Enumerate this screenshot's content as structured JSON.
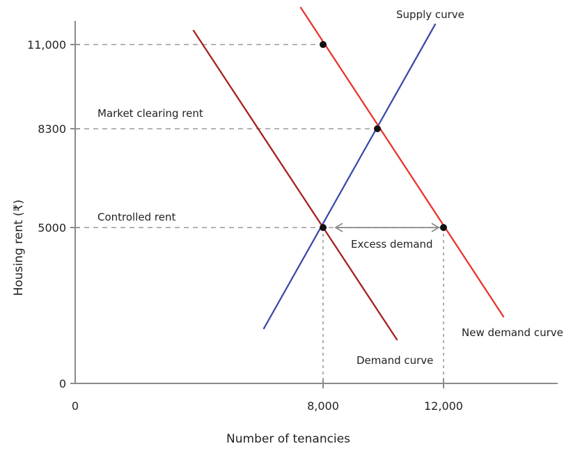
{
  "chart_data": {
    "type": "line",
    "title": "",
    "xlabel": "Number of tenancies",
    "ylabel": "Housing rent (₹)",
    "xlim": [
      0,
      16000
    ],
    "ylim": [
      0,
      12400
    ],
    "grid": false,
    "legend_position": "inline-labels",
    "x_ticks": [
      {
        "value": 0,
        "label": "0"
      },
      {
        "value": 8000,
        "label": "8,000"
      },
      {
        "value": 12000,
        "label": "12,000"
      }
    ],
    "y_ticks": [
      {
        "value": 0,
        "label": "0"
      },
      {
        "value": 5000,
        "label": "5000"
      },
      {
        "value": 8300,
        "label": "8300"
      },
      {
        "value": 11000,
        "label": "11,000"
      }
    ],
    "series": [
      {
        "name": "Supply curve",
        "color": "#3b4ba8",
        "points": [
          [
            6100,
            1770
          ],
          [
            11650,
            11800
          ]
        ],
        "label": "Supply curve"
      },
      {
        "name": "Demand curve",
        "color": "#a52020",
        "points": [
          [
            3830,
            11440
          ],
          [
            10420,
            1420
          ]
        ],
        "label": "Demand curve"
      },
      {
        "name": "New demand curve",
        "color": "#e8342a",
        "points": [
          [
            7300,
            12190
          ],
          [
            13860,
            2170
          ]
        ],
        "label": "New demand curve"
      }
    ],
    "points": [
      {
        "name": "point-new-demand-at-11000",
        "x": 8000,
        "y": 11000
      },
      {
        "name": "market-clearing-equilibrium",
        "x": 9760,
        "y": 8300
      },
      {
        "name": "controlled-rent-supply-point",
        "x": 8000,
        "y": 5000
      },
      {
        "name": "controlled-rent-new-demand-point",
        "x": 12000,
        "y": 5000
      }
    ],
    "annotations": [
      {
        "name": "market-clearing-rent-label",
        "text": "Market clearing rent"
      },
      {
        "name": "controlled-rent-label",
        "text": "Controlled rent"
      },
      {
        "name": "excess-demand-label",
        "text": "Excess demand"
      },
      {
        "name": "supply-curve-label",
        "text": "Supply curve"
      },
      {
        "name": "demand-curve-label",
        "text": "Demand curve"
      },
      {
        "name": "new-demand-curve-label",
        "text": "New demand curve"
      }
    ],
    "colors": {
      "supply": "#3b4ba8",
      "demand": "#a52020",
      "new_demand": "#e8342a",
      "axis": "#8a8a8a",
      "guide": "#9a9a9a",
      "text": "#231f20"
    }
  },
  "axes": {
    "y_title": "Housing rent (₹)",
    "x_title": "Number of tenancies",
    "y_tick_11000": "11,000",
    "y_tick_8300": "8300",
    "y_tick_5000": "5000",
    "y_tick_0": "0",
    "x_tick_0": "0",
    "x_tick_8000": "8,000",
    "x_tick_12000": "12,000"
  },
  "labels": {
    "supply_curve": "Supply curve",
    "demand_curve": "Demand curve",
    "new_demand_curve": "New demand curve",
    "market_clearing_rent": "Market clearing rent",
    "controlled_rent": "Controlled rent",
    "excess_demand": "Excess demand"
  }
}
